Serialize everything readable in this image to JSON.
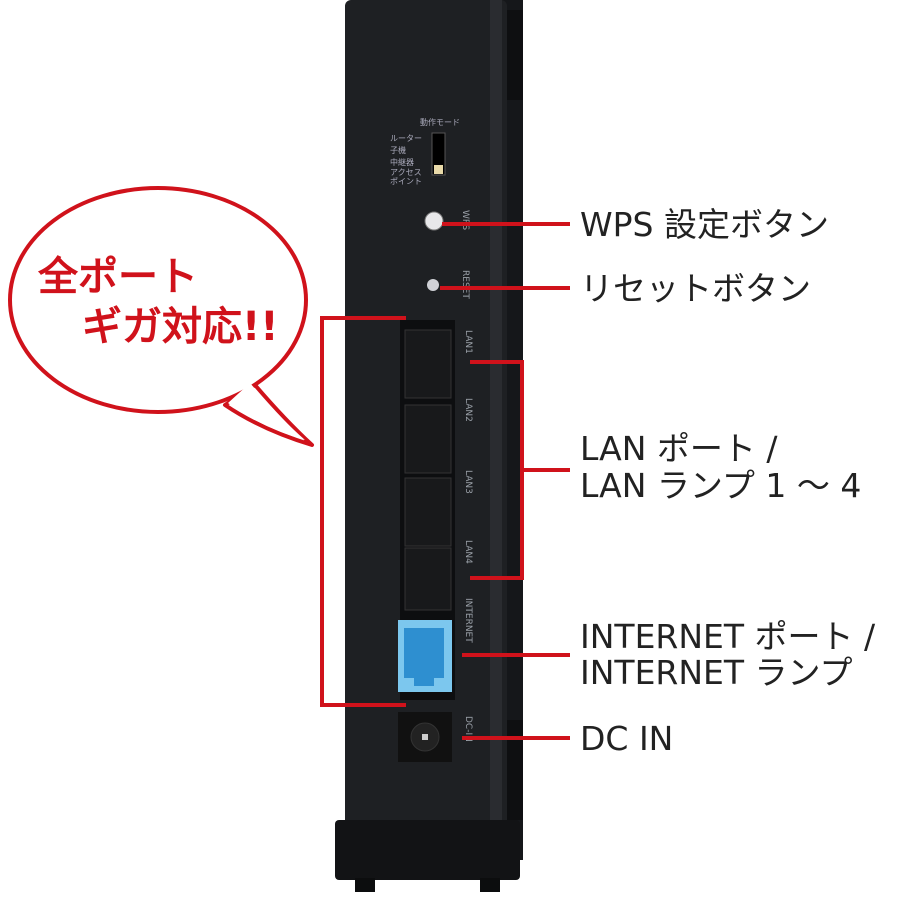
{
  "bubble": {
    "line1": "全ポート",
    "line2": "ギガ対応!!"
  },
  "mode_switch": {
    "title": "動作モード",
    "options": [
      "ルーター",
      "子機",
      "中継器",
      "アクセス",
      "ポイント"
    ]
  },
  "device_labels": {
    "wps": "WPS",
    "reset": "RESET",
    "lan1": "LAN1",
    "lan2": "LAN2",
    "lan3": "LAN3",
    "lan4": "LAN4",
    "internet": "INTERNET",
    "dcin": "DC-IN"
  },
  "callouts": {
    "wps": "WPS 設定ボタン",
    "reset": "リセットボタン",
    "lan_line1": "LAN ポート /",
    "lan_line2": "LAN ランプ 1 ～ 4",
    "internet_line1": "INTERNET ポート /",
    "internet_line2": "INTERNET ランプ",
    "dcin": "DC IN"
  },
  "colors": {
    "accent": "#d0121b",
    "body": "#1e2023",
    "internet_port": "#4aa6e0"
  }
}
